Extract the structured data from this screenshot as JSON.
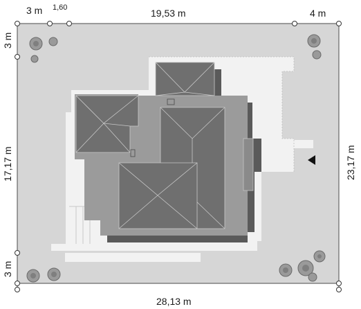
{
  "dimensions": {
    "top_left": "3 m",
    "top_small": "1,60",
    "top_main": "19,53 m",
    "top_right": "4 m",
    "left_top": "3 m",
    "left_main": "17,17 m",
    "left_bottom": "3 m",
    "right_main": "23,17 m",
    "bottom_main": "28,13 m"
  },
  "icons": {
    "entrance": "entrance-arrow-icon",
    "trees": "tree-icon"
  },
  "colors": {
    "plot": "#d6d6d6",
    "house_base": "#9b9b9b",
    "roof": "#6f6f6f",
    "shadow": "#5a5a5a",
    "paving": "#f2f2f2"
  }
}
